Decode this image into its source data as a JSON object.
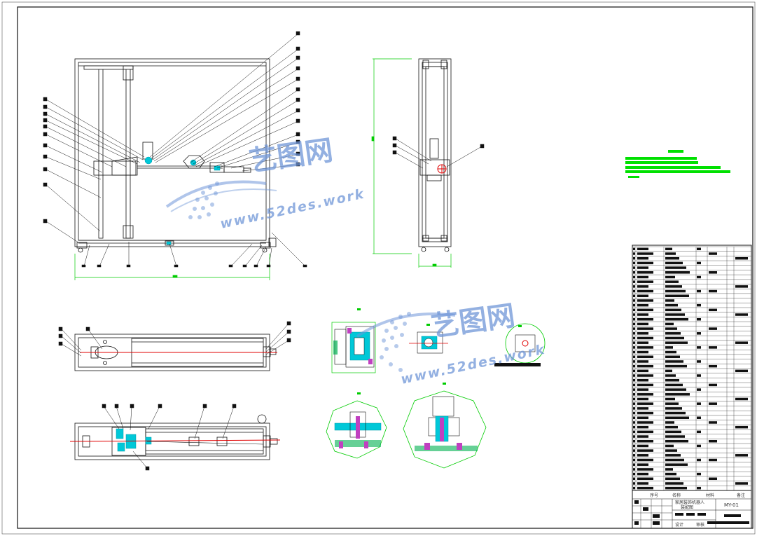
{
  "title_block": {
    "header_labels": [
      "序号",
      "名称",
      "材料",
      "备注"
    ],
    "drawing_name_line1": "家居装饰机器人",
    "drawing_name_line2": "装配图",
    "drawing_code": "MY-01",
    "designer_label": "设计",
    "checker_label": "审核"
  },
  "watermark": {
    "logo_text": "艺图网",
    "url_text": "www.52des.work"
  },
  "colors": {
    "line": "#111111",
    "dimension": "#00cc00",
    "leader": "#111111",
    "centerline": "#e00000",
    "part_cyan": "#00c8d8",
    "part_magenta": "#c040c0",
    "hatch": "#00b050",
    "watermark": "#6f96d8"
  }
}
